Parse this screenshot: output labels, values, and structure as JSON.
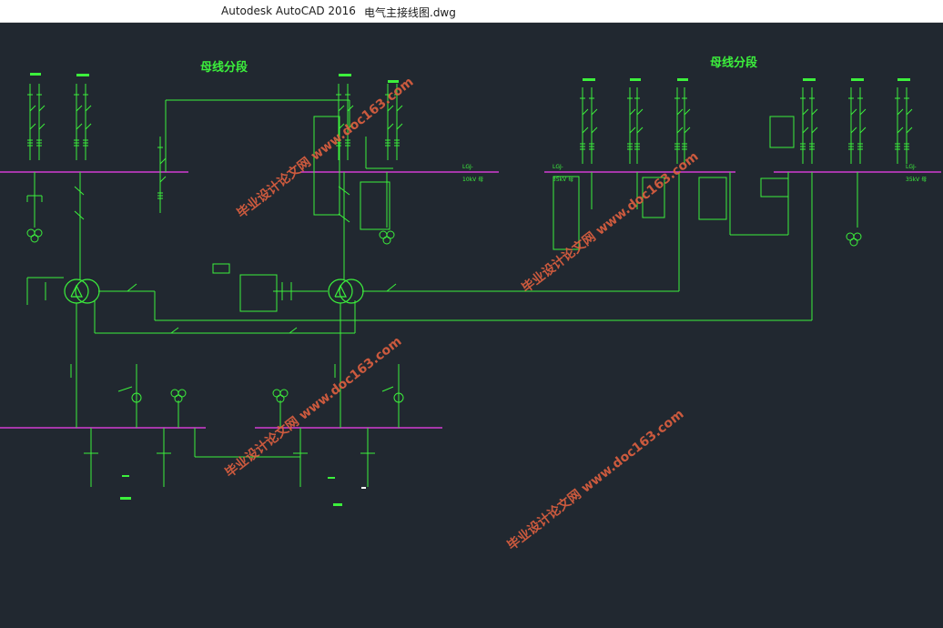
{
  "window": {
    "app_name": "Autodesk AutoCAD 2016",
    "file_name": "电气主接线图.dwg"
  },
  "drawing": {
    "section_label_left": "母线分段",
    "section_label_right": "母线分段",
    "bus_labels": {
      "left_top": "LGJ-",
      "left_bottom": "10kV 母",
      "mid_top": "LGJ-",
      "mid_bottom": "35kV 母",
      "right_top": "LGJ-",
      "right_bottom": "35kV 母"
    },
    "watermark_text": "毕业设计论文网 www.doc163.com",
    "colors": {
      "background": "#212830",
      "wire": "#3cf03c",
      "bus": "#d23cd2",
      "watermark": "#e06040"
    }
  }
}
